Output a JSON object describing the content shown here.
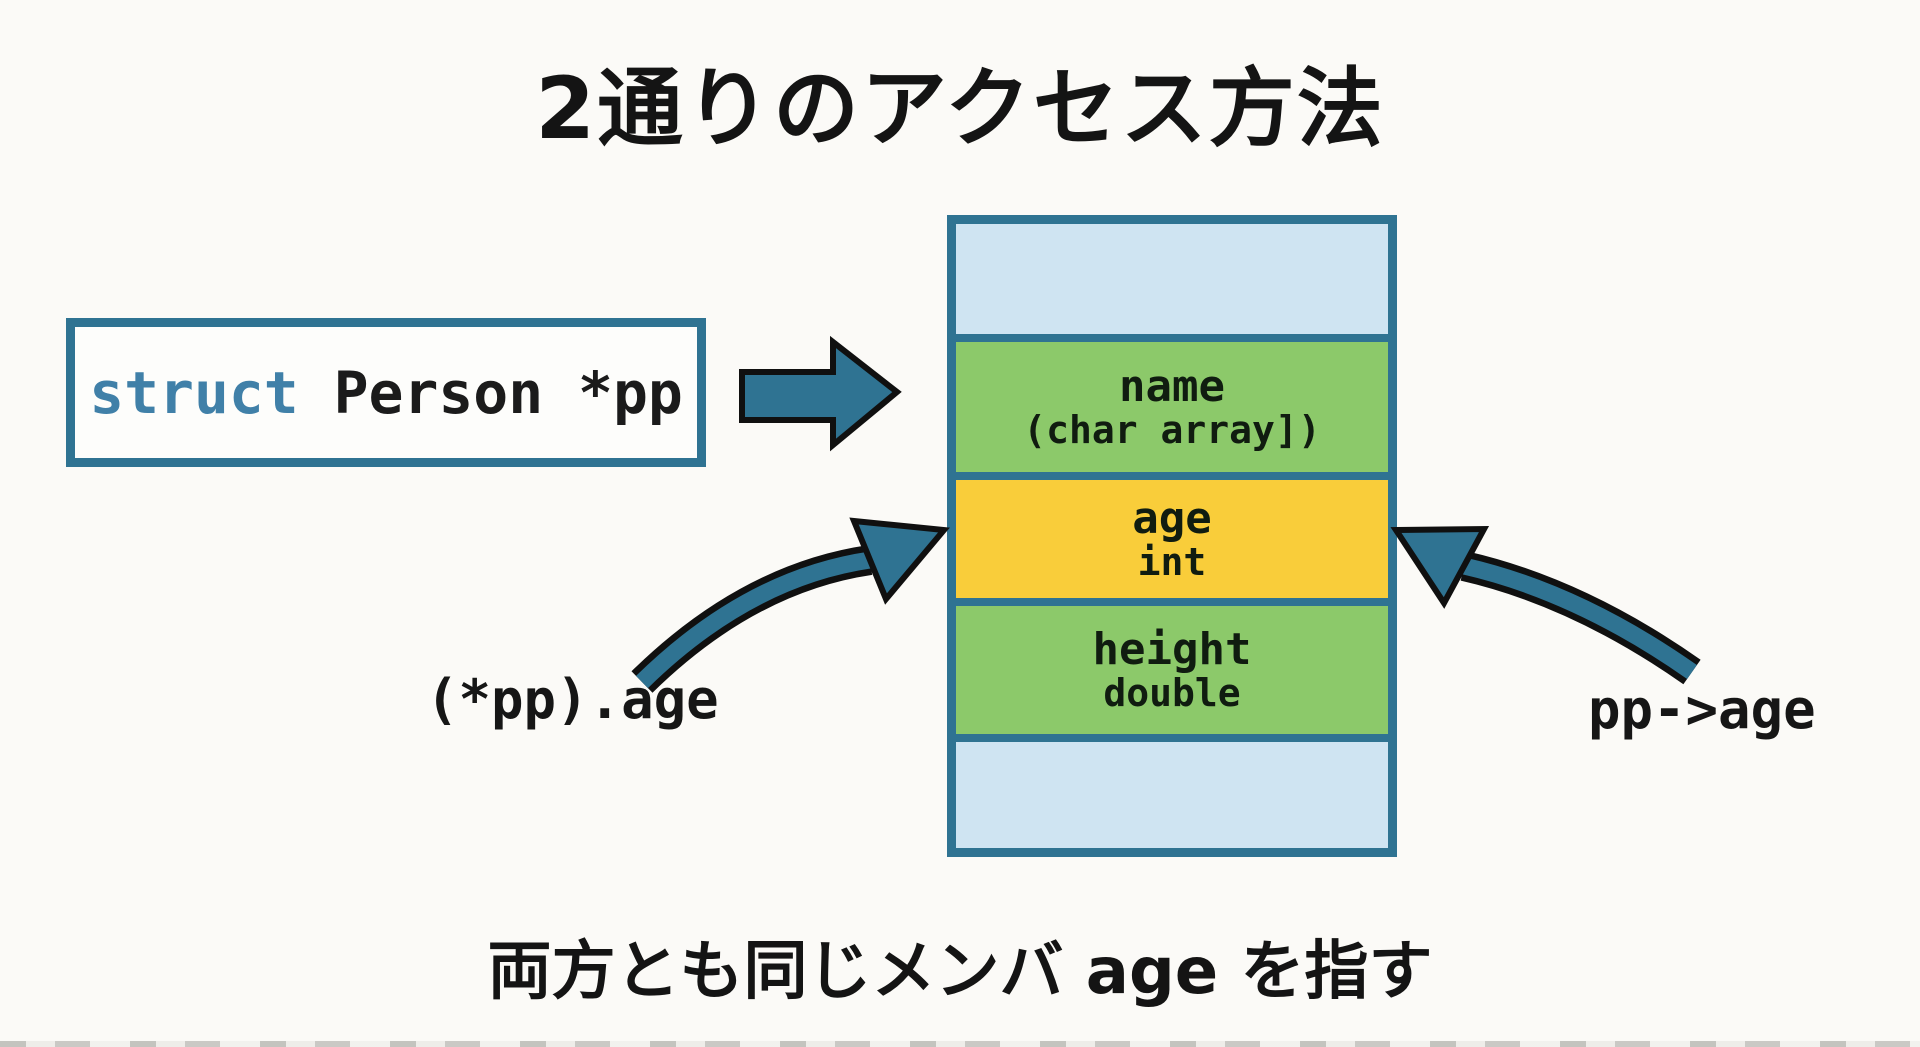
{
  "title": "2通りのアクセス方法",
  "declaration": {
    "keyword": "struct",
    "text": " Person *pp"
  },
  "struct_diagram": {
    "cells": [
      {
        "name": "",
        "type": "",
        "color": "#cfe4f2"
      },
      {
        "name": "name",
        "type": "(char array])",
        "color": "#8cc96a"
      },
      {
        "name": "age",
        "type": "int",
        "color": "#f9cd3a"
      },
      {
        "name": "height",
        "type": "double",
        "color": "#8cc96a"
      },
      {
        "name": "",
        "type": "",
        "color": "#cfe4f2"
      }
    ]
  },
  "access_labels": {
    "dereference_dot": "(*pp).age",
    "arrow_operator": "pp->age"
  },
  "caption": "両方とも同じメンバ age を指す",
  "colors": {
    "teal": "#2f7392",
    "keyword_blue": "#4080a8",
    "cell_blue": "#cfe4f2",
    "cell_green": "#8cc96a",
    "cell_yellow": "#f9cd3a",
    "outline_black": "#101010",
    "background": "#fbfaf7"
  }
}
